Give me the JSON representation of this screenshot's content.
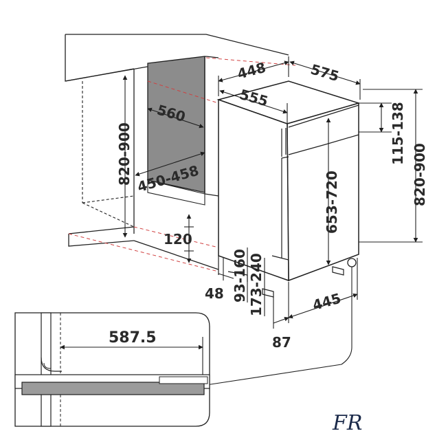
{
  "dimensions": {
    "depth_top": "448",
    "width_total": "575",
    "depth_mid": "555",
    "niche_depth": "560",
    "niche_height": "820-900",
    "niche_width": "450-458",
    "front_panel_height": "653-720",
    "top_gap": "115-138",
    "total_height": "820-900",
    "plinth_height": "120",
    "foot_front": "48",
    "foot_range_a": "93-160",
    "foot_range_b": "173-240",
    "appliance_width": "445",
    "foot_offset": "87",
    "detail_depth": "587.5"
  },
  "logo": {
    "text": "FR"
  },
  "colors": {
    "line": "#1f1f1f",
    "niche_fill": "#8c8c8c",
    "red_dash": "#d04040",
    "panel_fill": "#9b9b9b"
  }
}
